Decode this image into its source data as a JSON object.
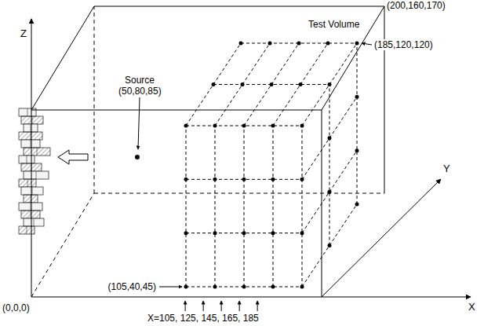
{
  "diagram": {
    "labels": [
      "(200,160,170)",
      "Z",
      "Test Volume",
      "(185,120,120)",
      "Source",
      "(50,80,85)",
      "Y",
      "(105,40,45)",
      "(0,0,0)",
      "X=105, 125, 145, 165, 185",
      "X"
    ]
  }
}
